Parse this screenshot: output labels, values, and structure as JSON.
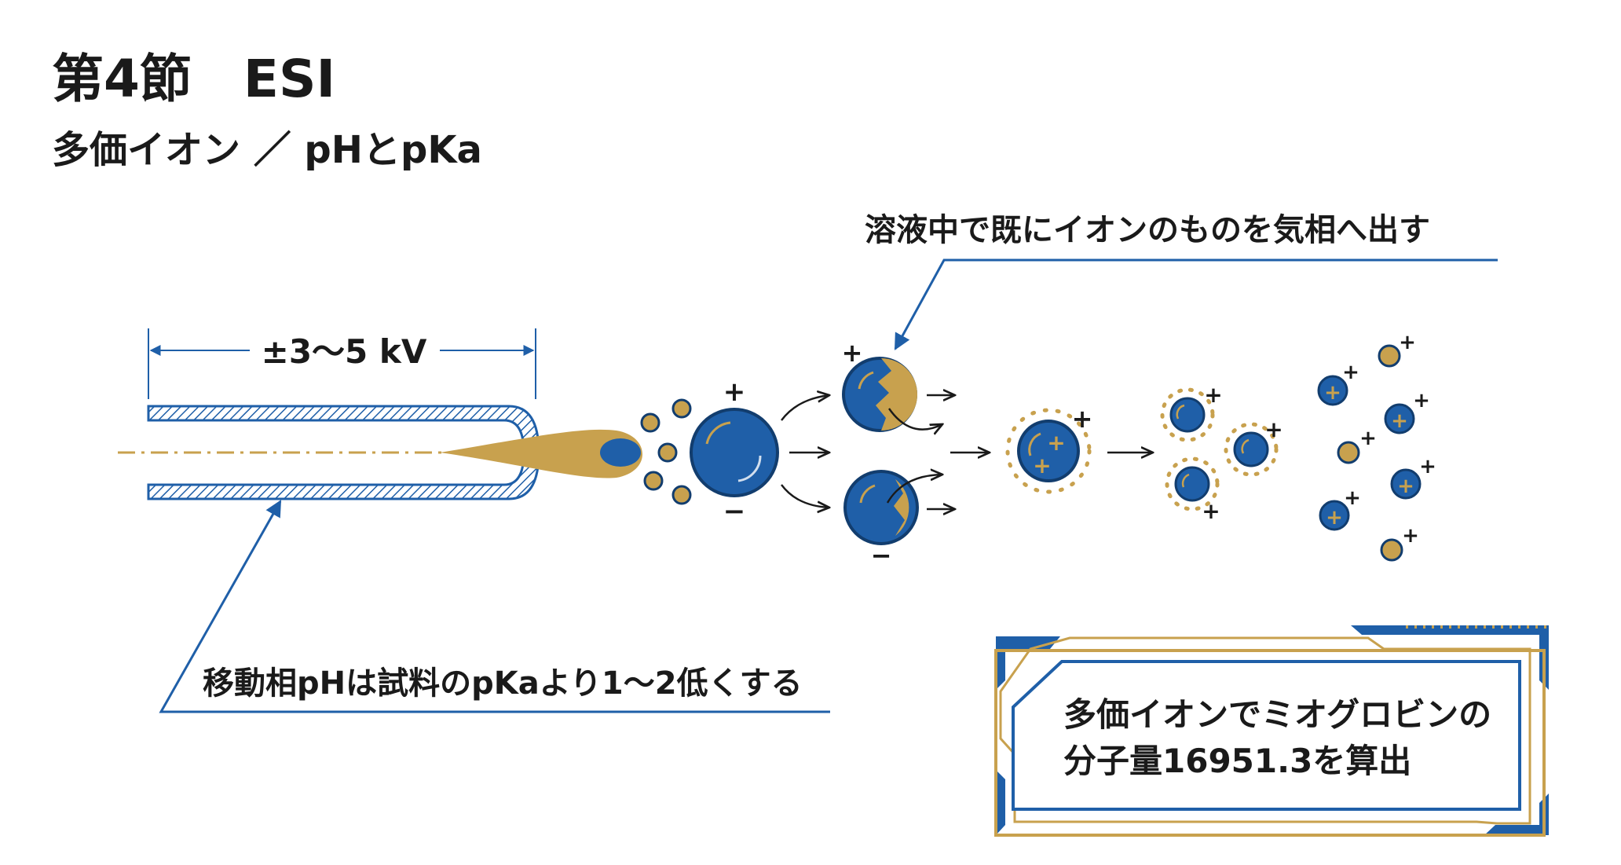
{
  "header": {
    "title": "第4節　ESI",
    "subtitle": "多価イオン ／ pHとpKa"
  },
  "diagram": {
    "voltage_label": "±3〜5 kV",
    "top_annotation": "溶液中で既にイオンのものを気相へ出す",
    "bottom_annotation": "移動相pHは試料のpKaより1〜2低くする",
    "result_box": {
      "line1": "多価イオンでミオグロビンの",
      "line2": "分子量16951.3を算出"
    },
    "charge_plus": "+",
    "charge_minus": "−",
    "colors": {
      "blue": "#1f5fa8",
      "dark_blue": "#123d6e",
      "gold": "#c8a14e",
      "text": "#1a1a1a"
    }
  }
}
